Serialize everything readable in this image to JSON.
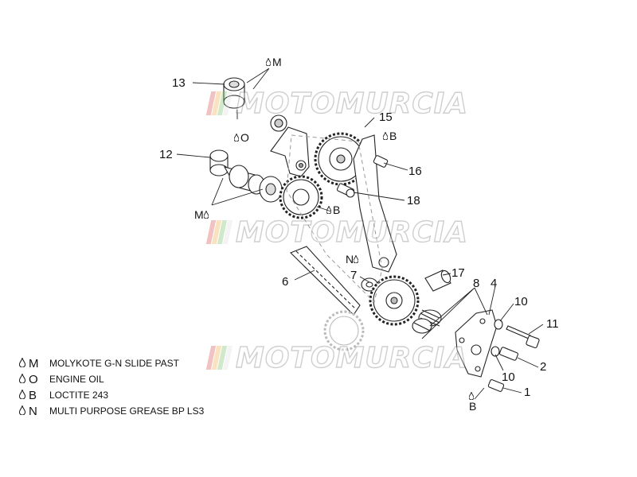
{
  "watermark": {
    "text": "MOTOMURCIA",
    "stripe_colors": [
      "#d9534f",
      "#f0ad4e",
      "#7cc36b",
      "#e0e0e0"
    ]
  },
  "callouts": {
    "c1": "1",
    "c2": "2",
    "c4": "4",
    "c6": "6",
    "c7": "7",
    "c8": "8",
    "c10a": "10",
    "c10b": "10",
    "c11": "11",
    "c12": "12",
    "c13": "13",
    "c15": "15",
    "c16": "16",
    "c17": "17",
    "c18": "18"
  },
  "notes": {
    "m_top": "M",
    "o_top": "O",
    "b_16": "B",
    "b_gear": "B",
    "m_left": "M",
    "n_7": "N",
    "b_bottom": "B"
  },
  "legend": [
    {
      "code": "M",
      "description": "MOLYKOTE G-N SLIDE PAST"
    },
    {
      "code": "O",
      "description": "ENGINE OIL"
    },
    {
      "code": "B",
      "description": "LOCTITE 243"
    },
    {
      "code": "N",
      "description": "MULTI PURPOSE GREASE BP LS3"
    }
  ],
  "colors": {
    "line": "#222222",
    "part_fill": "#ffffff",
    "shade": "#cfcfcf"
  },
  "icons": {
    "drop": "drop-icon"
  }
}
